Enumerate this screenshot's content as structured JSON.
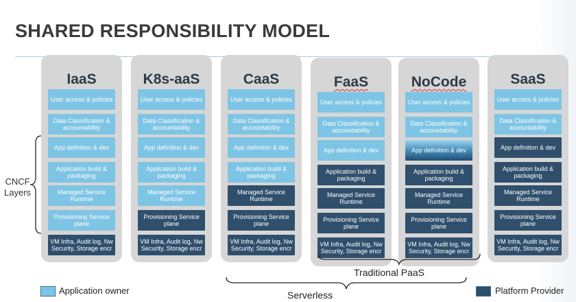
{
  "title": "SHARED RESPONSIBILITY MODEL",
  "side_label_lines": [
    "CNCF",
    "Layers"
  ],
  "columns": [
    {
      "name": "IaaS",
      "cells": [
        {
          "text": "User access & policies",
          "owner": "application"
        },
        {
          "text": "Data Classification & accountability",
          "owner": "application"
        },
        {
          "text": "App definition & dev",
          "owner": "application"
        },
        {
          "text": "Application build & packaging",
          "owner": "application"
        },
        {
          "text": "Managed Service Runtime",
          "owner": "application"
        },
        {
          "text": "Provisioning Service plane",
          "owner": "application"
        },
        {
          "text": "VM Infra, Audit log, Nw Security, Storage encr",
          "owner": "provider"
        }
      ]
    },
    {
      "name": "K8s-aaS",
      "cells": [
        {
          "text": "User access & policies",
          "owner": "application"
        },
        {
          "text": "Data Classification & accountability",
          "owner": "application"
        },
        {
          "text": "App definition & dev",
          "owner": "application"
        },
        {
          "text": "Application  build & packaging",
          "owner": "application"
        },
        {
          "text": "Managed Service Runtime",
          "owner": "application"
        },
        {
          "text": "Provisioning Service plane",
          "owner": "provider"
        },
        {
          "text": "VM Infra, Audit log, Nw Security, Storage encr",
          "owner": "provider"
        }
      ]
    },
    {
      "name": "CaaS",
      "cells": [
        {
          "text": "User access & policies",
          "owner": "application"
        },
        {
          "text": "Data Classification & accountability",
          "owner": "application"
        },
        {
          "text": "App definition & dev",
          "owner": "application"
        },
        {
          "text": "Application  build & packaging",
          "owner": "application"
        },
        {
          "text": "Managed Service Runtime",
          "owner": "provider"
        },
        {
          "text": "Provisioning Service plane",
          "owner": "provider"
        },
        {
          "text": "VM Infra, Audit log, Nw Security, Storage encr",
          "owner": "provider"
        }
      ]
    },
    {
      "name": "FaaS",
      "cells": [
        {
          "text": "User access & policies",
          "owner": "application"
        },
        {
          "text": "Data Classification & accountability",
          "owner": "application"
        },
        {
          "text": "App definition & dev",
          "owner": "application"
        },
        {
          "text": "Application  build & packaging",
          "owner": "provider"
        },
        {
          "text": "Managed Service Runtime",
          "owner": "provider"
        },
        {
          "text": "Provisioning Service plane",
          "owner": "provider"
        },
        {
          "text": "VM Infra, Audit log, Nw Security, Storage encr",
          "owner": "provider"
        }
      ]
    },
    {
      "name": "NoCode",
      "cells": [
        {
          "text": "User access & policies",
          "owner": "application"
        },
        {
          "text": "Data Classification & accountability",
          "owner": "application"
        },
        {
          "text": "App definition & dev",
          "owner": "mixed"
        },
        {
          "text": "Application  build & packaging",
          "owner": "provider"
        },
        {
          "text": "Managed Service Runtime",
          "owner": "provider"
        },
        {
          "text": "Provisioning Service plane",
          "owner": "provider"
        },
        {
          "text": "VM Infra, Audit log, Nw Security, Storage encr",
          "owner": "provider"
        }
      ]
    },
    {
      "name": "SaaS",
      "cells": [
        {
          "text": "User access & policies",
          "owner": "application"
        },
        {
          "text": "Data Classification & accountability",
          "owner": "application"
        },
        {
          "text": "App definition & dev",
          "owner": "provider"
        },
        {
          "text": "Application  build & packaging",
          "owner": "provider"
        },
        {
          "text": "Managed Service Runtime",
          "owner": "provider"
        },
        {
          "text": "Provisioning Service plane",
          "owner": "provider"
        },
        {
          "text": "VM Infra, Audit log, Nw Security, Storage encr",
          "owner": "provider"
        }
      ]
    }
  ],
  "legend": {
    "application_owner": "Application owner",
    "platform_provider": "Platform Provider"
  },
  "braces": {
    "traditional_paas": "Traditional PaaS",
    "serverless": "Serverless"
  },
  "colors": {
    "application_owner": "#7ec4e4",
    "platform_provider": "#2f4f6d",
    "title": "#3a3a3a"
  }
}
